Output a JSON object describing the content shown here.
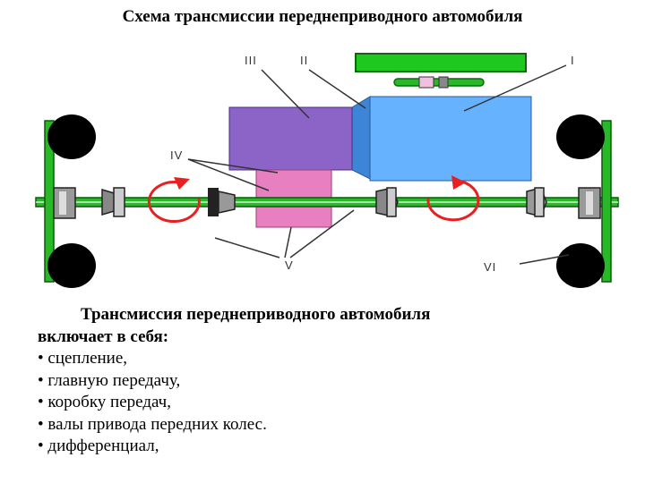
{
  "title": "Схема трансмиссии переднеприводного автомобиля",
  "diagram": {
    "labels": {
      "I": "I",
      "II": "II",
      "III": "III",
      "IV": "IV",
      "V": "V",
      "VI": "VI"
    },
    "colors": {
      "engine": "#66b2ff",
      "engine_side": "#3d85d6",
      "gearbox": "#8c64c8",
      "main_drive": "#e87fc0",
      "shaft": "#28b828",
      "tire": "#000000",
      "arrow": "#e82020",
      "bar": "#1ec81e"
    }
  },
  "text": {
    "intro_line1": "Трансмиссия переднеприводного автомобиля",
    "intro_line2": "включает в себя:",
    "items": [
      "• сцепление,",
      "• главную передачу,",
      "• коробку передач,",
      "• валы привода передних колес.",
      "• дифференциал,"
    ]
  }
}
